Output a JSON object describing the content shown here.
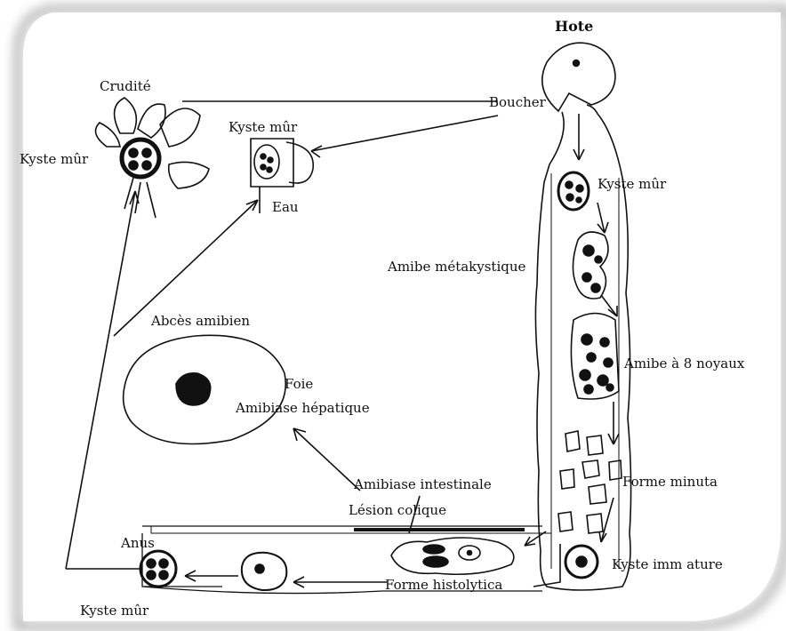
{
  "labels": {
    "hote": "Hote",
    "boucher": "Boucher",
    "crudite": "Crudité",
    "kyste_mur_crudite": "Kyste mûr",
    "kyste_mur_eau": "Kyste mûr",
    "eau": "Eau",
    "kyste_mur_intestin": "Kyste mûr",
    "amibe_metakystique": "Amibe métakystique",
    "amibe_8_noyaux": "Amibe à 8 noyaux",
    "forme_minuta": "Forme minuta",
    "kyste_immature": "Kyste imm ature",
    "abces_amibien": "Abcès amibien",
    "foie": "Foie",
    "amibiase_hepatique": "Amibiase hépatique",
    "amibiase_intestinale": "Amibiase intestinale",
    "lesion_colique": "Lésion colique",
    "forme_histolytica": "Forme histolytica",
    "anus": "Anus",
    "kyste_mur_anus": "Kyste mûr"
  },
  "colors": {
    "ink": "#111111",
    "frame_shadow": "#9a9a9a",
    "background": "#ffffff"
  }
}
